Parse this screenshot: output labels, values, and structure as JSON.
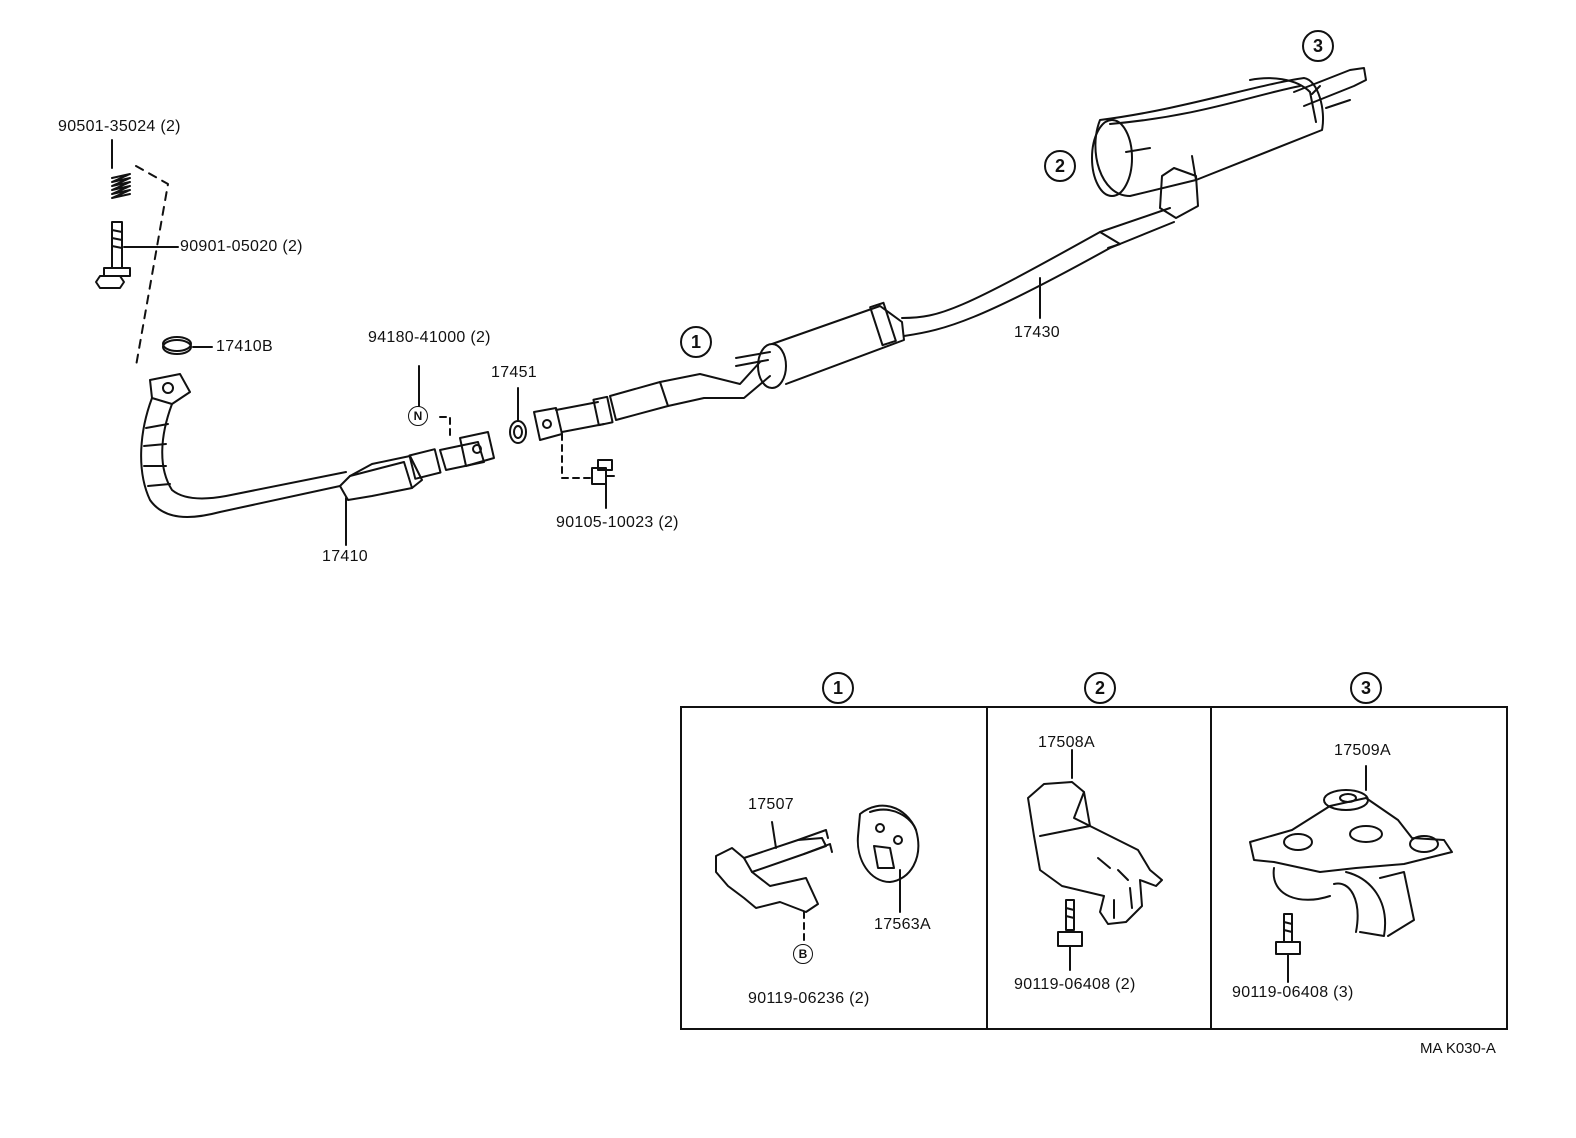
{
  "diagram": {
    "reference_code": "MA K030-A",
    "callouts": [
      {
        "id": "c-90501",
        "text": "90501-35024 (2)"
      },
      {
        "id": "c-90901",
        "text": "90901-05020 (2)"
      },
      {
        "id": "c-17410b",
        "text": "17410B"
      },
      {
        "id": "c-94180",
        "text": "94180-41000 (2)"
      },
      {
        "id": "c-17451",
        "text": "17451"
      },
      {
        "id": "c-17410",
        "text": "17410"
      },
      {
        "id": "c-90105",
        "text": "90105-10023 (2)"
      },
      {
        "id": "c-17430",
        "text": "17430"
      }
    ],
    "marks": {
      "n_mark": "N",
      "b_mark": "B"
    },
    "location_markers": [
      "1",
      "2",
      "3"
    ],
    "detail_panels": [
      {
        "marker": "1",
        "parts": [
          "17507",
          "17563A",
          "90119-06236 (2)"
        ]
      },
      {
        "marker": "2",
        "parts": [
          "17508A",
          "90119-06408 (2)"
        ]
      },
      {
        "marker": "3",
        "parts": [
          "17509A",
          "90119-06408 (3)"
        ]
      }
    ]
  }
}
